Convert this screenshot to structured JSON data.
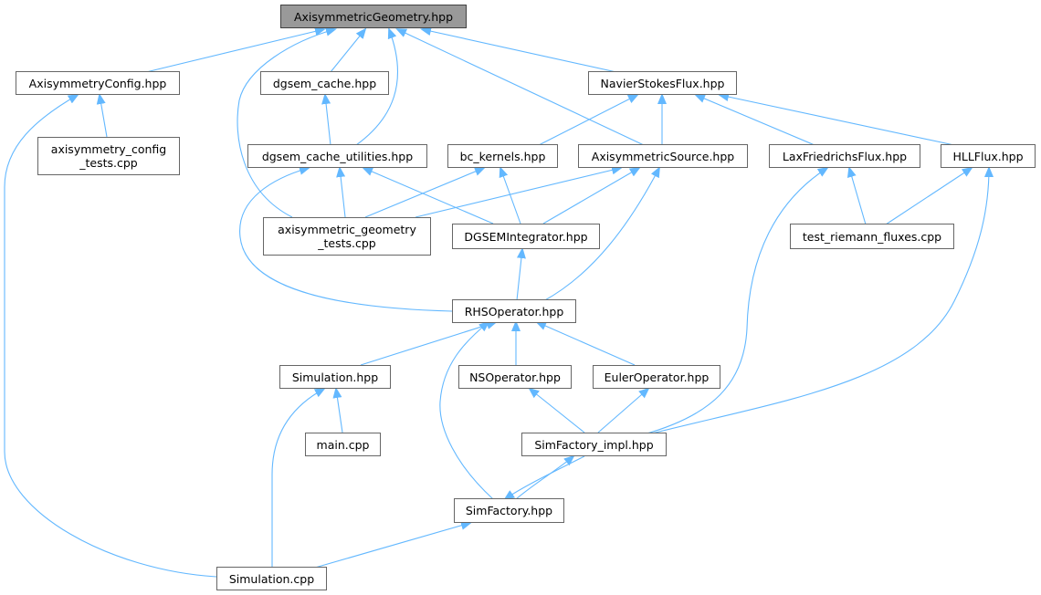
{
  "style": {
    "edge_color": "#63b8ff",
    "node_border": "#666666",
    "root_fill": "#999999"
  },
  "nodes": {
    "axisymmetric_geometry": {
      "label": "AxisymmetricGeometry.hpp"
    },
    "axisymmetry_config": {
      "label": "AxisymmetryConfig.hpp"
    },
    "dgsem_cache": {
      "label": "dgsem_cache.hpp"
    },
    "navier_stokes_flux": {
      "label": "NavierStokesFlux.hpp"
    },
    "axisymmetry_config_tests": {
      "line1": "axisymmetry_config",
      "line2": "_tests.cpp"
    },
    "dgsem_cache_utilities": {
      "label": "dgsem_cache_utilities.hpp"
    },
    "bc_kernels": {
      "label": "bc_kernels.hpp"
    },
    "axisymmetric_source": {
      "label": "AxisymmetricSource.hpp"
    },
    "lax_friedrichs_flux": {
      "label": "LaxFriedrichsFlux.hpp"
    },
    "hll_flux": {
      "label": "HLLFlux.hpp"
    },
    "axisymmetric_geometry_tests": {
      "line1": "axisymmetric_geometry",
      "line2": "_tests.cpp"
    },
    "dgsem_integrator": {
      "label": "DGSEMIntegrator.hpp"
    },
    "test_riemann_fluxes": {
      "label": "test_riemann_fluxes.cpp"
    },
    "rhs_operator": {
      "label": "RHSOperator.hpp"
    },
    "simulation_hpp": {
      "label": "Simulation.hpp"
    },
    "ns_operator": {
      "label": "NSOperator.hpp"
    },
    "euler_operator": {
      "label": "EulerOperator.hpp"
    },
    "main_cpp": {
      "label": "main.cpp"
    },
    "simfactory_impl": {
      "label": "SimFactory_impl.hpp"
    },
    "simfactory": {
      "label": "SimFactory.hpp"
    },
    "simulation_cpp": {
      "label": "Simulation.cpp"
    }
  }
}
